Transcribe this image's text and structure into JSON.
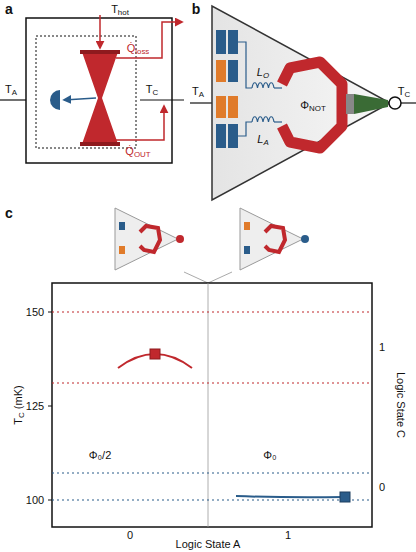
{
  "diagram": {
    "labels": [
      "a",
      "b",
      "c",
      "Thot",
      "TA",
      "TC",
      "Q̇loss",
      "Q̇OUT",
      "TA",
      "LO",
      "LA",
      "ΦNOT",
      "TC",
      "TC (mK)",
      "150",
      "125",
      "100",
      "1",
      "0",
      "Logic State C",
      "Φ₀/2",
      "Φ₀",
      "0",
      "1",
      "Logic State A"
    ]
  }
}
